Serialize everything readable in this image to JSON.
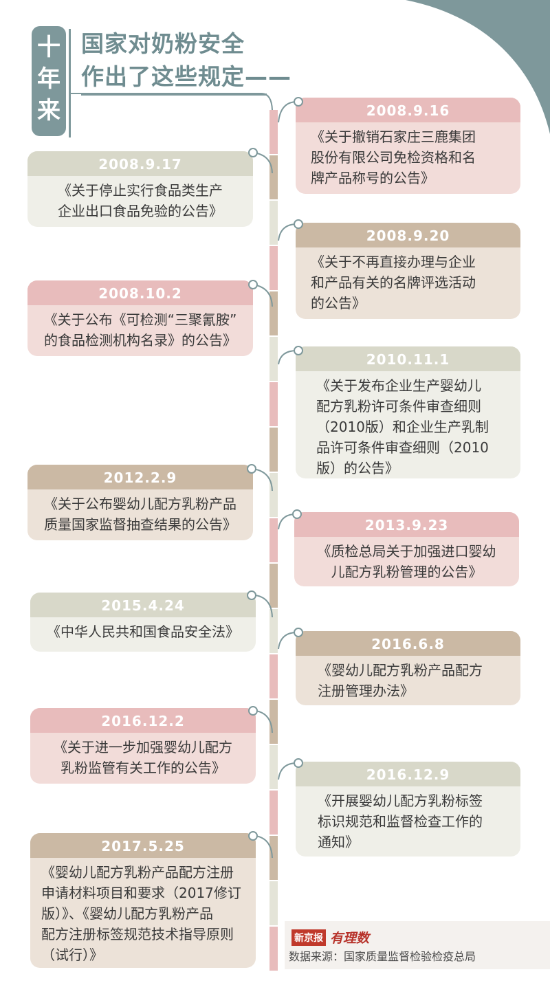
{
  "header": {
    "badge_chars": [
      "十",
      "年",
      "来"
    ],
    "title_line1": "国家对奶粉安全",
    "title_line2": "作出了这些规定——"
  },
  "colors": {
    "accent": "#7e989b",
    "pink_header": "#e8bcbc",
    "pink_body": "#f2dcd9",
    "tan_header": "#cbb9a4",
    "tan_body": "#ece2d8",
    "grey_header": "#d8d8c9",
    "grey_body": "#efefe8"
  },
  "events": [
    {
      "date": "2008.9.16",
      "lines": [
        "《关于撤销石家庄三鹿集团",
        "股份有限公司免检资格和名",
        "牌产品称号的公告》"
      ]
    },
    {
      "date": "2008.9.17",
      "lines": [
        "《关于停止实行食品类生产",
        "企业出口食品免验的公告》"
      ]
    },
    {
      "date": "2008.9.20",
      "lines": [
        "《关于不再直接办理与企业",
        "和产品有关的名牌评选活动",
        "的公告》"
      ]
    },
    {
      "date": "2008.10.2",
      "lines": [
        "《关于公布《可检测“三聚氰胺”",
        "的食品检测机构名录》的公告》"
      ]
    },
    {
      "date": "2010.11.1",
      "lines": [
        "《关于发布企业生产婴幼儿",
        "配方乳粉许可条件审查细则",
        "（2010版）和企业生产乳制",
        "品许可条件审查细则（2010",
        "版）的公告》"
      ]
    },
    {
      "date": "2012.2.9",
      "lines": [
        "《关于公布婴幼儿配方乳粉产品",
        "质量国家监督抽查结果的公告》"
      ]
    },
    {
      "date": "2013.9.23",
      "lines": [
        "《质检总局关于加强进口婴幼",
        "儿配方乳粉管理的公告》"
      ]
    },
    {
      "date": "2015.4.24",
      "lines": [
        "《中华人民共和国食品安全法》"
      ]
    },
    {
      "date": "2016.6.8",
      "lines": [
        "《婴幼儿配方乳粉产品配方",
        "注册管理办法》"
      ]
    },
    {
      "date": "2016.12.2",
      "lines": [
        "《关于进一步加强婴幼儿配方",
        "乳粉监管有关工作的公告》"
      ]
    },
    {
      "date": "2016.12.9",
      "lines": [
        "《开展婴幼儿配方乳粉标签",
        "标识规范和监督检查工作的",
        "通知》"
      ]
    },
    {
      "date": "2017.5.25",
      "lines": [
        "《婴幼儿配方乳粉产品配方注册",
        "申请材料项目和要求（2017修订",
        "版）》、《婴幼儿配方乳粉产品",
        "配方注册标签规范技术指导原则",
        "（试行）》"
      ]
    }
  ],
  "footer": {
    "brand_box": "新京报",
    "brand_script": "有理数",
    "source": "数据来源：国家质量监督检验检疫总局"
  }
}
